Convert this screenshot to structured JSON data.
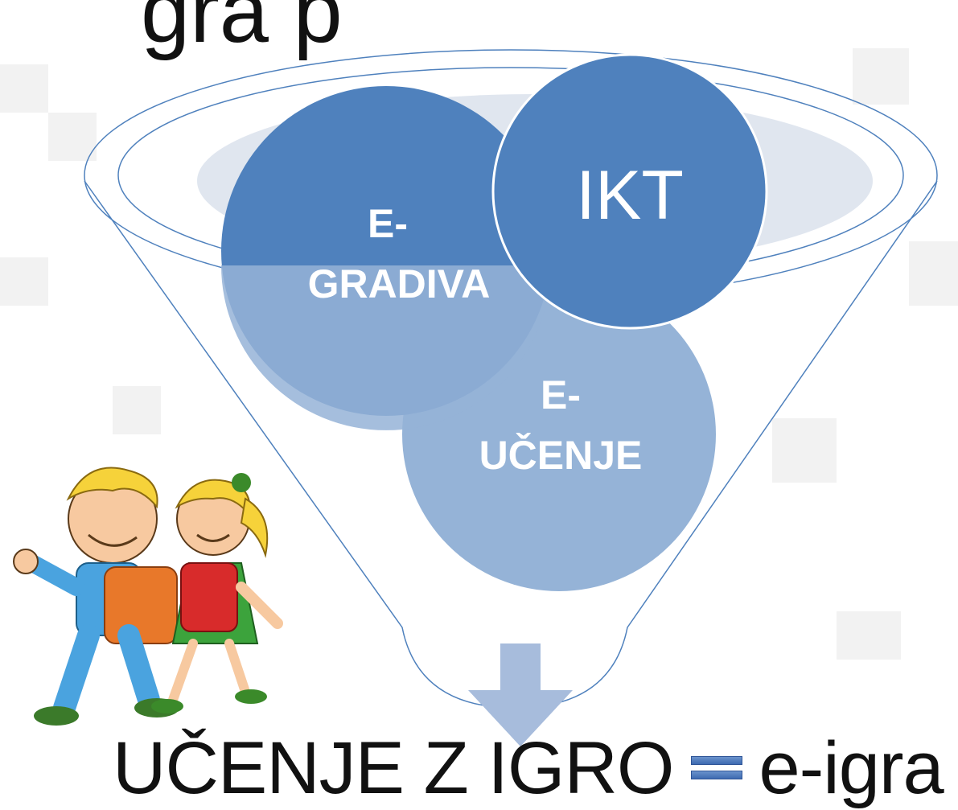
{
  "title_partial": "gra        p",
  "funnel": {
    "circles": [
      {
        "id": "e-gradiva",
        "label_line1": "E-",
        "label_line2": "GRADIVA",
        "color": "#4f81bd"
      },
      {
        "id": "ikt",
        "label_line1": "IKT",
        "label_line2": "",
        "color": "#4f81bd"
      },
      {
        "id": "e-ucenje",
        "label_line1": "E-",
        "label_line2": "UČENJE",
        "color": "#95b3d7"
      }
    ],
    "outline_color": "#4f81bd",
    "arrow_color": "#a7bcdc"
  },
  "result": {
    "left_text": "UČENJE Z IGRO",
    "equals_icon": "equals-icon",
    "right_text": "e-igra"
  },
  "illustration": "children-with-backpacks-illustration"
}
